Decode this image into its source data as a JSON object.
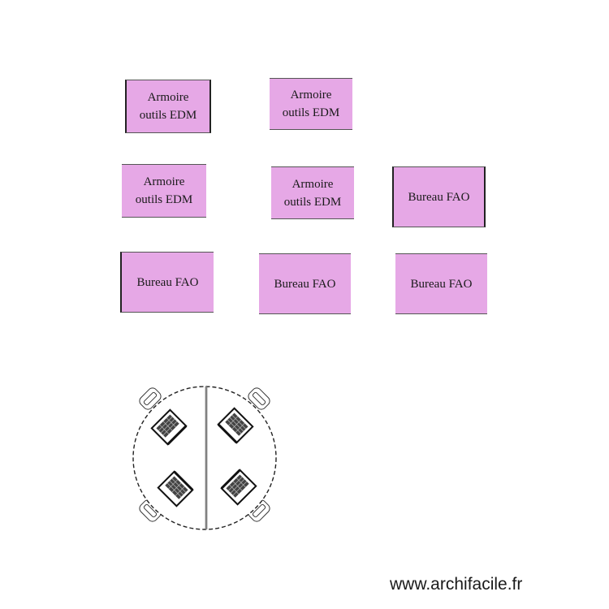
{
  "plan": {
    "elements": [
      {
        "label_lines": [
          "Armoire",
          "outils EDM"
        ]
      },
      {
        "label_lines": [
          "Armoire",
          "outils EDM"
        ]
      },
      {
        "label_lines": [
          "Armoire",
          "outils EDM"
        ]
      },
      {
        "label_lines": [
          "Armoire",
          "outils EDM"
        ]
      },
      {
        "label_lines": [
          "Bureau FAO"
        ]
      },
      {
        "label_lines": [
          "Bureau FAO"
        ]
      },
      {
        "label_lines": [
          "Bureau FAO"
        ]
      },
      {
        "label_lines": [
          "Bureau FAO"
        ]
      }
    ],
    "box_color": "#e6a8e6"
  },
  "furniture": {
    "item": "round-table",
    "chairs": 4,
    "laptops": 4
  },
  "watermark": "www.archifacile.fr"
}
